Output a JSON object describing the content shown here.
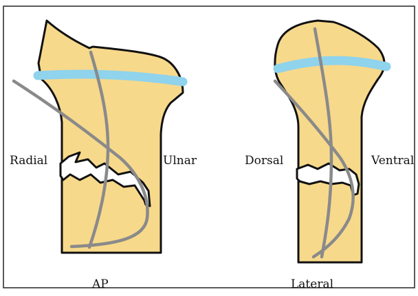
{
  "labels": {
    "radial": "Radial",
    "ulnar": "Ulnar",
    "dorsal": "Dorsal",
    "ventral": "Ventral",
    "ap": "AP",
    "lateral": "Lateral"
  },
  "colors": {
    "bone_fill": "#f7d98b",
    "bone_outline": "#111111",
    "physis": "#8fd3ec",
    "wire": "#8a8a8a",
    "fracture_gap": "#ffffff",
    "frame": "#222222"
  }
}
